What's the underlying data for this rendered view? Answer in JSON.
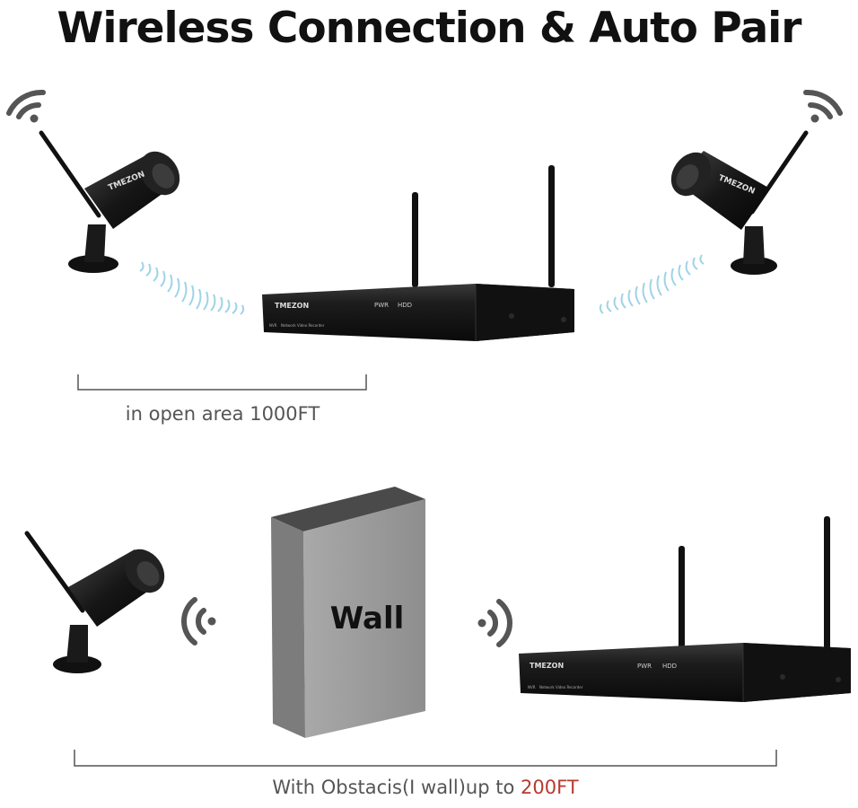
{
  "headline": "Wireless Connection & Auto Pair",
  "open_area": {
    "caption": "in open area 1000FT"
  },
  "obstacle": {
    "wall_label": "Wall",
    "caption_prefix": "With Obstacis(I wall)up to ",
    "caption_highlight": "200FT"
  },
  "device": {
    "brand": "TMEZON",
    "pwr_label": "PWR",
    "hdd_label": "HDD",
    "nvr_subtitle": "Network Video Recorder",
    "nvr_badge": "NVR"
  },
  "colors": {
    "headline": "#111111",
    "caption": "#555555",
    "highlight": "#b83a2e",
    "signal_icon": "#555555",
    "wave": "#9fd3e6",
    "wall": "#999999"
  },
  "icons": [
    "wifi-icon",
    "signal-wave-icon",
    "camera",
    "nvr"
  ]
}
